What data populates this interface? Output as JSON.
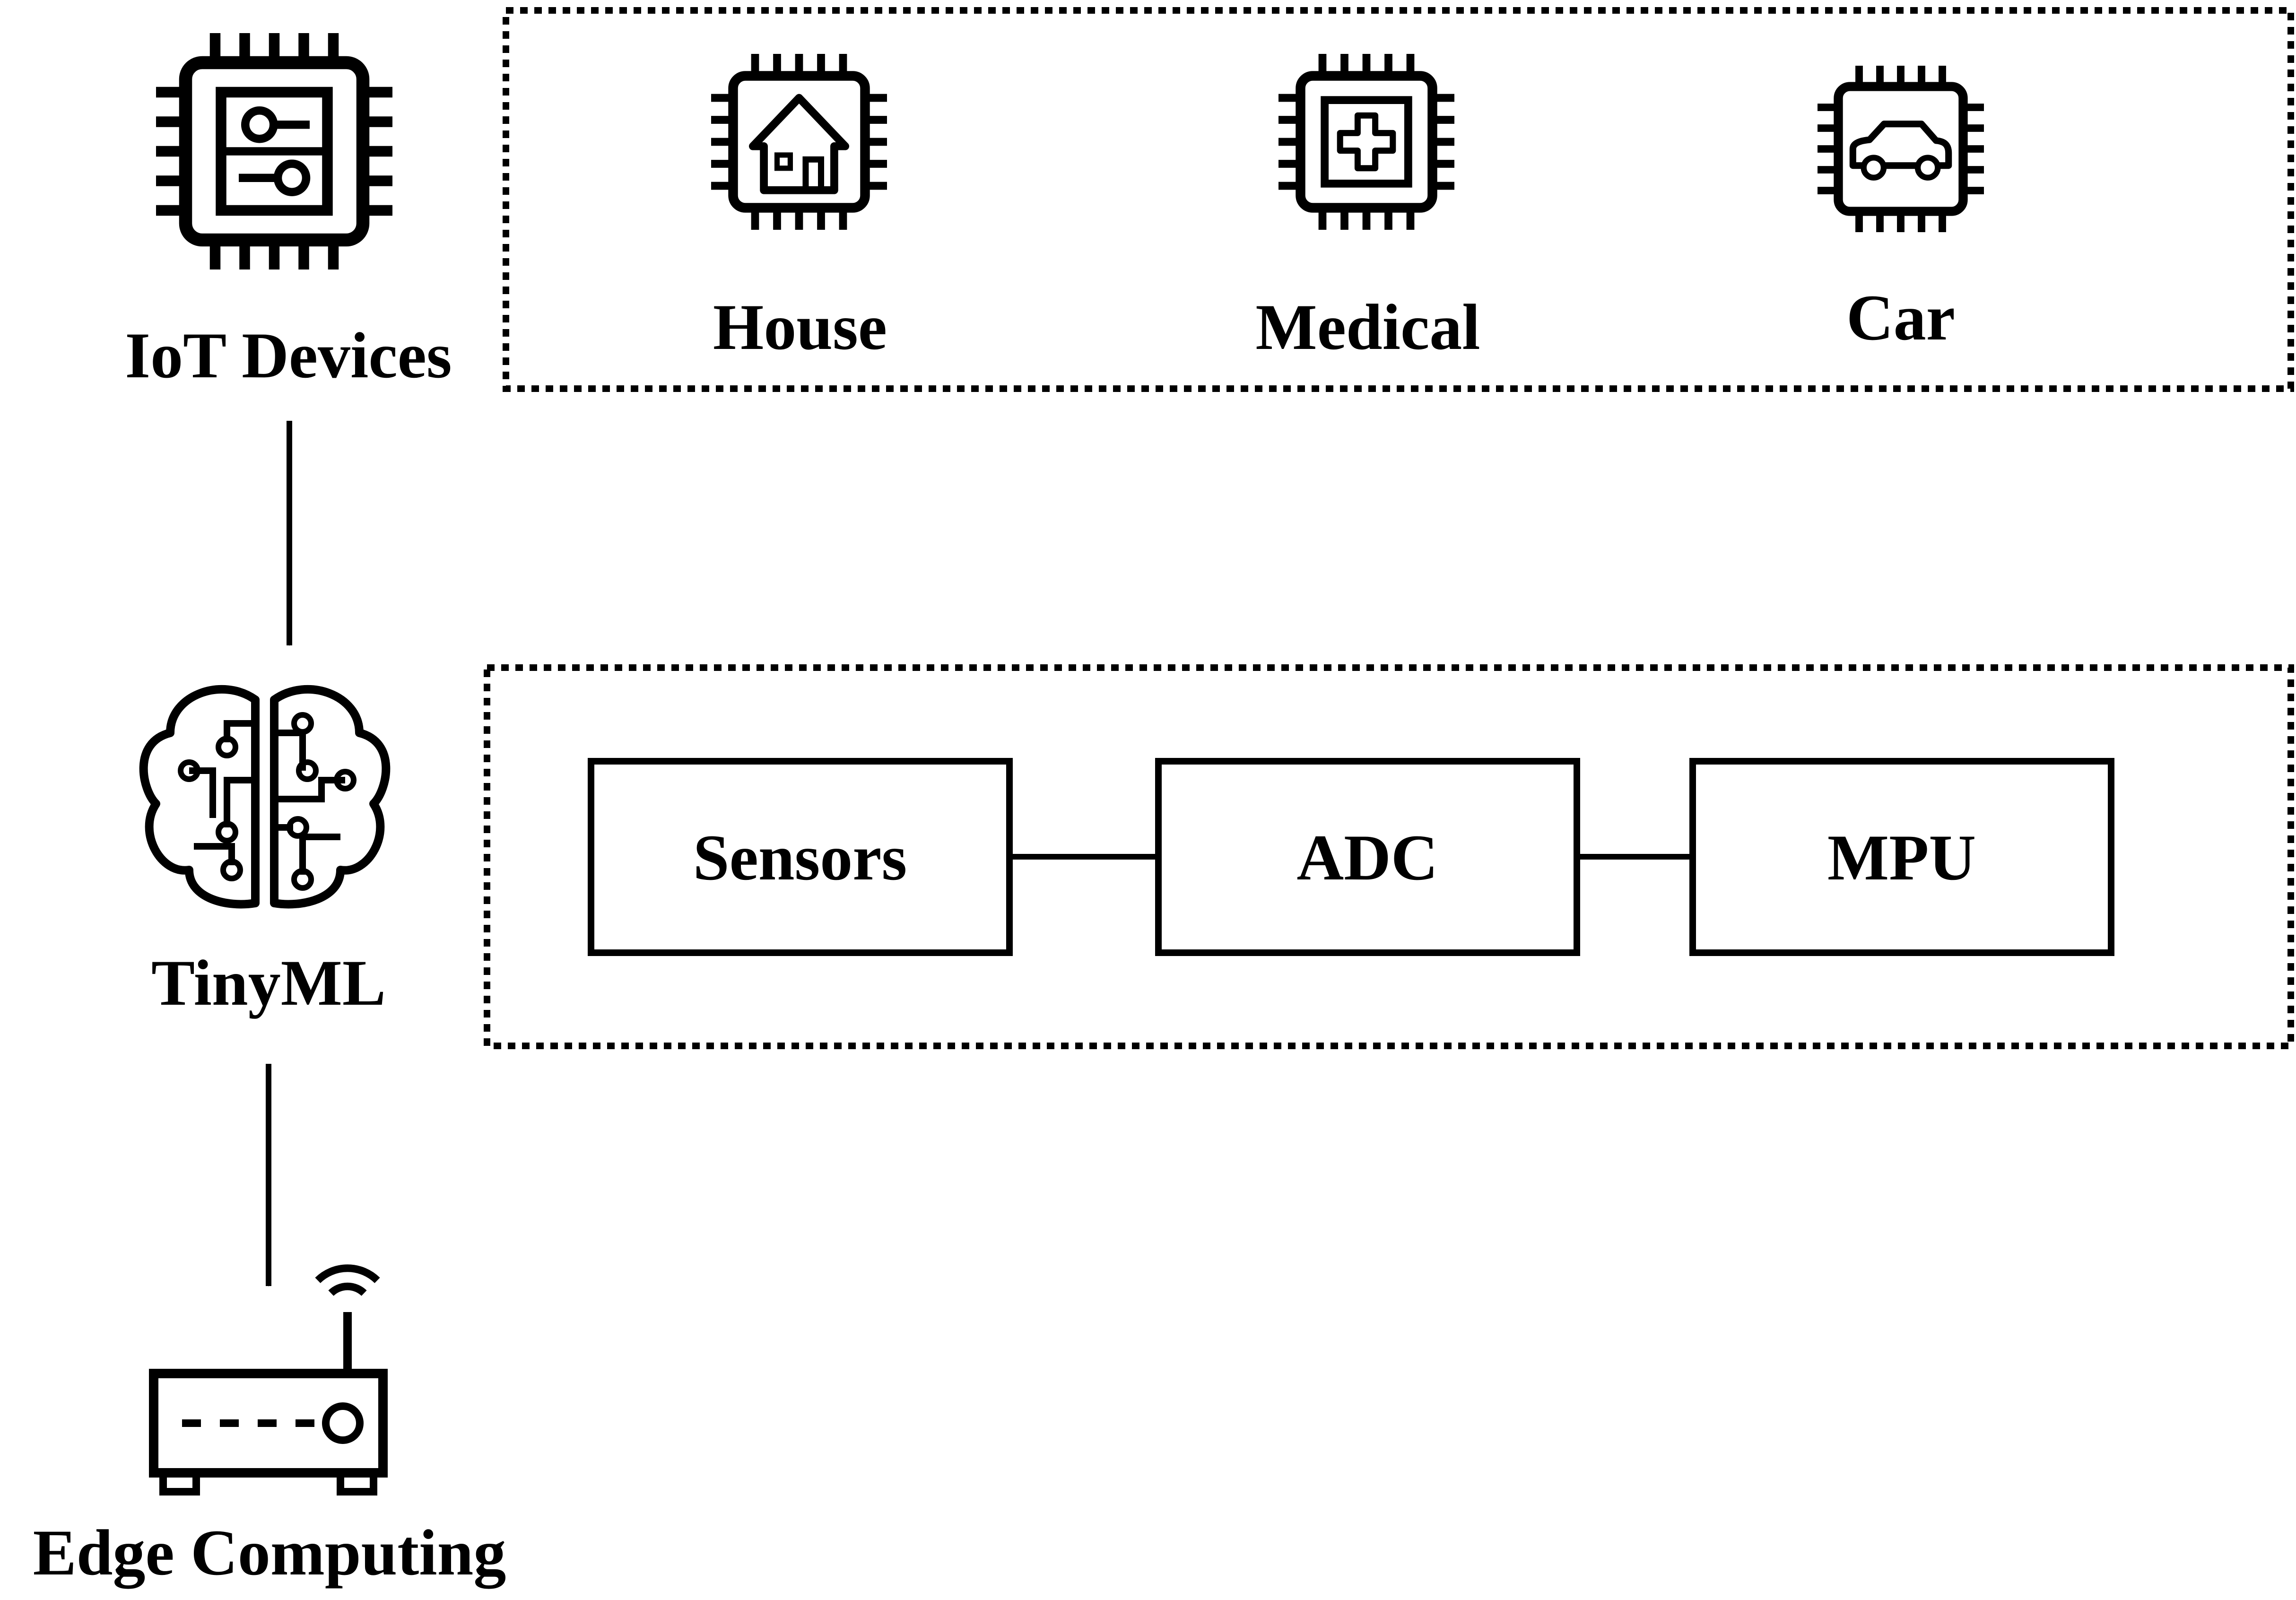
{
  "colors": {
    "ink": "#000000",
    "background": "#ffffff"
  },
  "left_column": {
    "iot": {
      "label": "IoT Devices",
      "icon": "chip-circuit-icon"
    },
    "tinyml": {
      "label": "TinyML",
      "icon": "circuit-brain-icon"
    },
    "edge": {
      "label": "Edge Computing",
      "icon": "wifi-router-icon"
    }
  },
  "device_group": {
    "items": [
      {
        "label": "House",
        "icon": "chip-house-icon"
      },
      {
        "label": "Medical",
        "icon": "chip-medical-icon"
      },
      {
        "label": "Car",
        "icon": "chip-car-icon"
      }
    ]
  },
  "pipeline": {
    "steps": [
      {
        "label": "Sensors"
      },
      {
        "label": "ADC"
      },
      {
        "label": "MPU"
      }
    ]
  }
}
